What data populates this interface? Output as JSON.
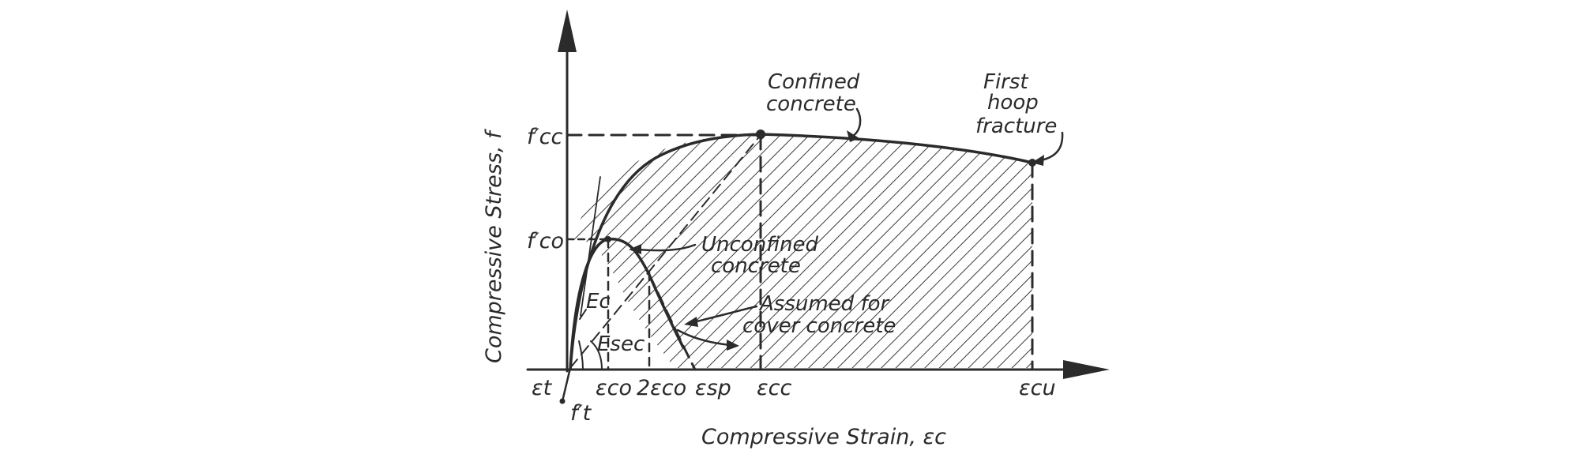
{
  "axes": {
    "y_title": "Compressive Stress, f",
    "x_title": "Compressive Strain, εc"
  },
  "y_ticks": {
    "fcc": "f′cc",
    "fco": "f′co"
  },
  "x_ticks": {
    "et": "εt",
    "eco": "εco",
    "e2co": "2εco",
    "esp": "εsp",
    "ecc": "εcc",
    "ecu": "εcu"
  },
  "other_labels": {
    "ft": "f′t",
    "ec": "Ec",
    "esec": "Esec"
  },
  "curves": {
    "confined": [
      "Confined",
      "concrete"
    ],
    "unconfined": [
      "Unconfined",
      "concrete"
    ],
    "cover": [
      "Assumed for",
      "cover concrete"
    ],
    "hoop": [
      "First",
      "hoop",
      "fracture"
    ]
  },
  "colors": {
    "ink": "#2b2b2b",
    "hatch": "#3a3a3a",
    "background": "#ffffff"
  }
}
